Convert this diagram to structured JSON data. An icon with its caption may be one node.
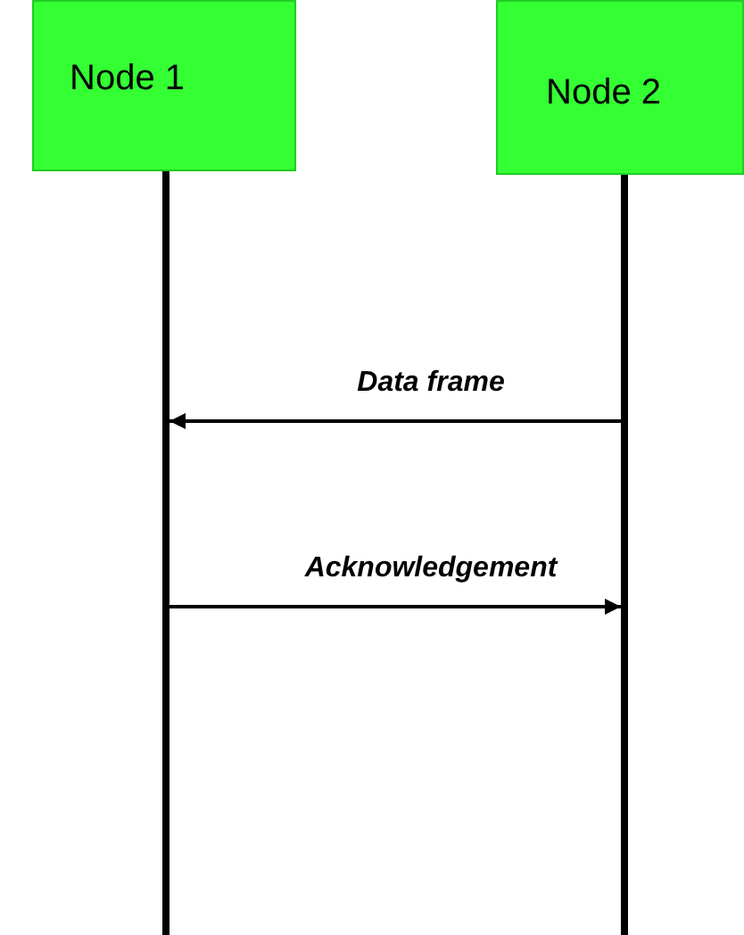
{
  "diagram": {
    "nodes": [
      {
        "text": [
          "Node 1"
        ]
      },
      {
        "text": [
          "Node 2"
        ]
      },
      {
        "text": [],
        "shape": "bar"
      },
      {
        "text": [],
        "shape": "bar"
      }
    ],
    "edges": [
      {
        "from": 3,
        "to": 2,
        "label": "Data frame",
        "arrow": "to"
      },
      {
        "from": 2,
        "to": 3,
        "label": "Acknowledgement",
        "arrow": "to"
      }
    ]
  }
}
